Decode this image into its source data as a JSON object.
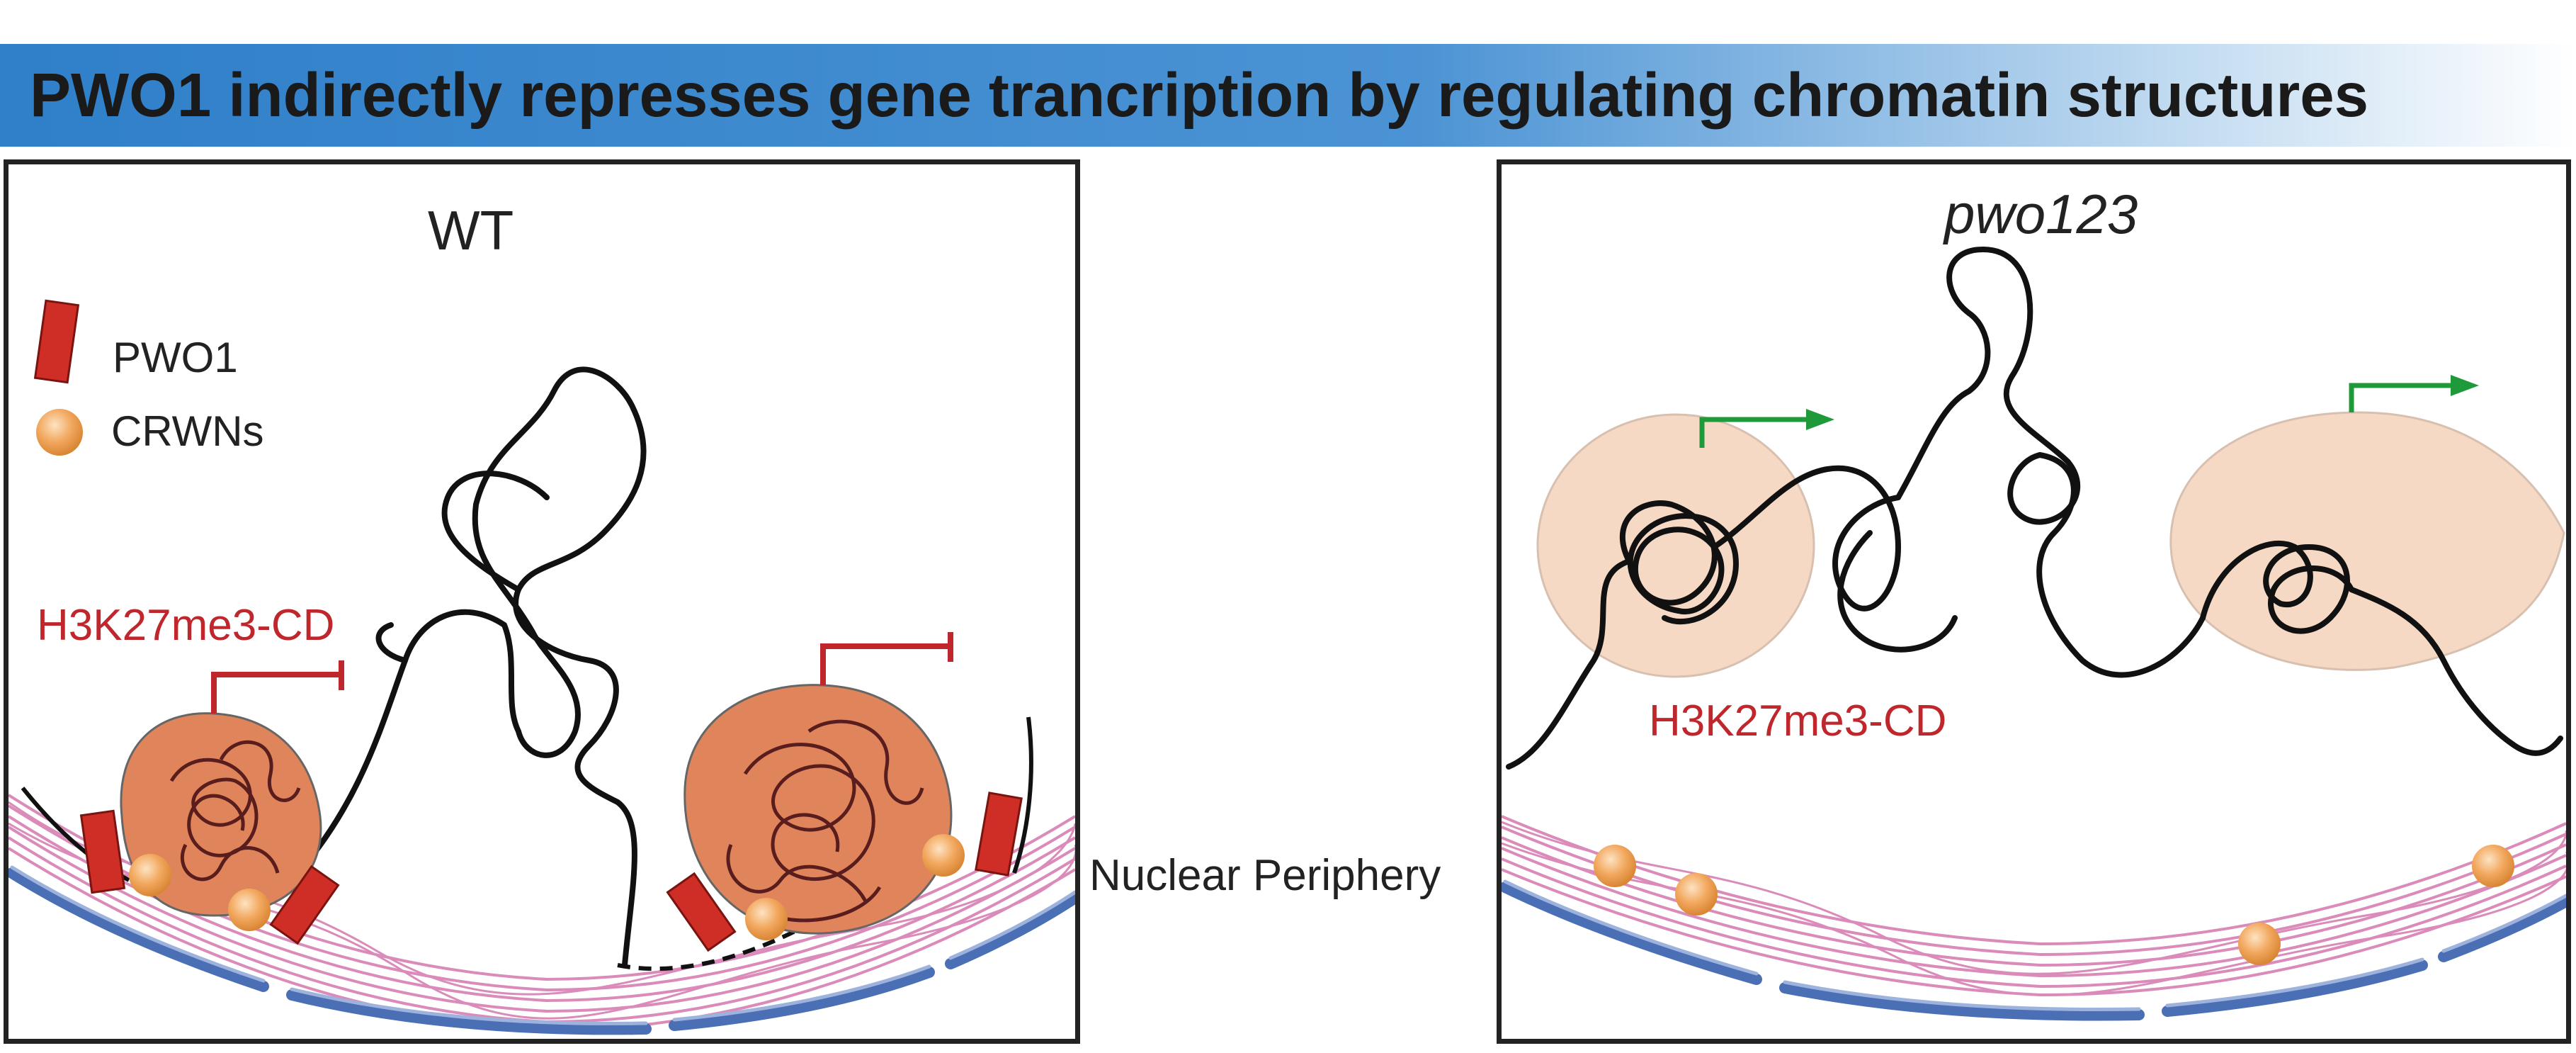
{
  "title": "PWO1 indirectly represses gene trancription by regulating chromatin structures",
  "colors": {
    "banner": "#2f7fc9",
    "repression_mark": "#c0272d",
    "activation_arrow": "#1f9a3a",
    "pwo1": "#cf2e26",
    "crwn": "#f0a95e",
    "lamina": "#d77fb3",
    "membrane": "#4a6fb5"
  },
  "panels": {
    "wt": {
      "title": "WT",
      "domain_label": "H3K27me3-CD"
    },
    "mutant": {
      "title": "pwo123",
      "domain_label": "H3K27me3-CD"
    }
  },
  "legend": {
    "pwo1": {
      "label": "PWO1",
      "icon": "red-rectangle-icon"
    },
    "crwns": {
      "label": "CRWNs",
      "icon": "orange-sphere-icon"
    }
  },
  "center_label": "Nuclear Periphery"
}
